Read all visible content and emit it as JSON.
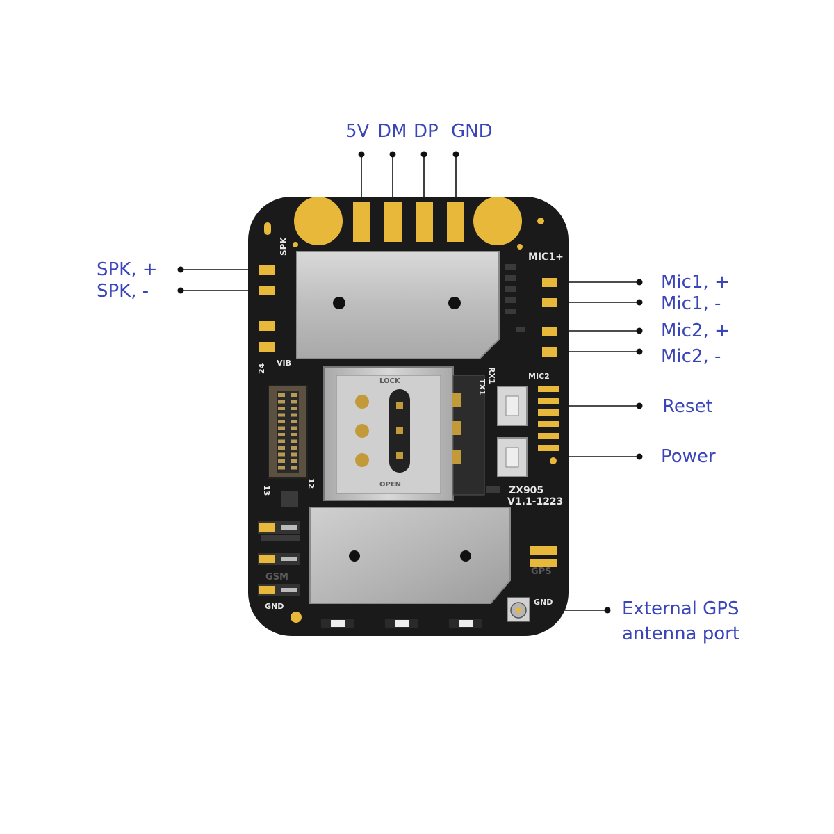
{
  "top_pins": {
    "pin1": "5V",
    "pin2": "DM",
    "pin3": "DP",
    "pin4": "GND"
  },
  "left_labels": {
    "spk_plus": "SPK, +",
    "spk_minus": "SPK, -"
  },
  "right_labels": {
    "mic1_plus": "Mic1, +",
    "mic1_minus": "Mic1, -",
    "mic2_plus": "Mic2, +",
    "mic2_minus": "Mic2, -",
    "reset": "Reset",
    "power": "Power"
  },
  "gps_label": {
    "line1": "External GPS",
    "line2": "antenna port"
  },
  "silkscreen": {
    "spk": "SPK",
    "mic1": "MIC1+",
    "vib": "VIB",
    "n24": "24",
    "n13": "13",
    "n12": "12",
    "tx1": "TX1",
    "rx1": "RX1",
    "mic2": "MIC2",
    "model": "ZX905",
    "version": "V1.1-1223",
    "gsm": "GSM",
    "gps": "GPS",
    "gnd_left": "GND",
    "gnd_right": "GND",
    "lock": "LOCK",
    "open": "OPEN"
  },
  "colors": {
    "label": "#3a45b8",
    "board": "#1a1a1a",
    "gold": "#e8b83a",
    "shield": "#c9c9c9"
  }
}
